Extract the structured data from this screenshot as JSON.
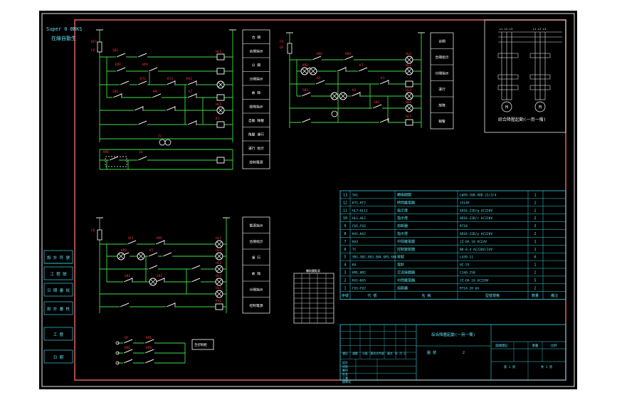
{
  "colors": {
    "page_bg": "#ffffff",
    "drawing_bg": "#000000",
    "border_white": "#e8e8e8",
    "border_red": "#e06060",
    "wire": "#3ee046",
    "component": "#ffffff",
    "label_red": "#ff3030",
    "cyan_table": "#33d6e6",
    "cyan_text": "#5fe0f0",
    "yellow": "#f2e23a"
  },
  "left_strip": {
    "top_text_1": "Super 0 BRKS",
    "top_text_2": "在線自動生",
    "boxes": [
      "設 計 符 號",
      "工 程 號",
      "日 期 審 批",
      "設 計 審 核",
      "工 藝",
      "日 期"
    ]
  },
  "top_left_circuit": {
    "labels": [
      "QF1",
      "FU",
      "SB1",
      "KM1",
      "KM2",
      "KT1",
      "KT2",
      "KA1",
      "HL1",
      "SB2",
      "KM",
      "HL2",
      "TC",
      "KT",
      "K1",
      "KM3",
      "SA"
    ],
    "legend": [
      "合 閘",
      "合閘指示",
      "分 閘",
      "分閘指示",
      "故 障",
      "故障指示",
      "自動 降壓",
      "降壓 運行",
      "運行 指示",
      "控制電源"
    ]
  },
  "top_middle_circuit": {
    "labels": [
      "FU",
      "QF",
      "KM1",
      "KM2",
      "KM3",
      "KT",
      "KA",
      "HL1",
      "HL2",
      "HL3",
      "HL4",
      "HL5",
      "K1",
      "K2",
      "SB1",
      "SB2"
    ],
    "legend": [
      "合閘",
      "合閘指示",
      "分閘指示",
      "運行",
      "故障",
      "報警"
    ]
  },
  "motor_diagram": {
    "title": "綜合降壓起動(一用一備)",
    "phase_labels": [
      "L1",
      "L2",
      "L3",
      "L1",
      "L2",
      "L3"
    ],
    "motors": [
      "M",
      "M"
    ]
  },
  "bottom_left_circuit": {
    "labels": [
      "FU",
      "QF1",
      "KM1",
      "KM2",
      "KT",
      "HL1",
      "HL2",
      "HL3",
      "HL4",
      "HL5",
      "SB1",
      "SB2",
      "KA1"
    ],
    "legend": [
      "電源指示",
      "合閘指示",
      "運 行",
      "故 障",
      "分閘指示",
      "控制電源"
    ]
  },
  "bottom_aux": {
    "labels": [
      "QF",
      "KM1",
      "KM2",
      "KM3"
    ],
    "note": "至控制柜"
  },
  "small_table": {
    "title": "輔助觸點表",
    "rows": 10
  },
  "bom": {
    "rows": [
      {
        "no": "13",
        "sym": "SA1",
        "name": "轉換開關",
        "model": "LW39-16B-4DD-22/3/4",
        "qty": "1",
        "note": ""
      },
      {
        "no": "12",
        "sym": "KT1,KT2",
        "name": "時間繼電器",
        "model": "JS14P",
        "qty": "2",
        "note": ""
      },
      {
        "no": "11",
        "sym": "HL7~HL12",
        "name": "指示燈",
        "model": "AD16-22D/g AC220V",
        "qty": "2",
        "note": ""
      },
      {
        "no": "10",
        "sym": "HL1,HL2",
        "name": "指示燈",
        "model": "AD16-22D/r AC220V",
        "qty": "2",
        "note": ""
      },
      {
        "no": "9",
        "sym": "FU1,FU2",
        "name": "熔斷器",
        "model": "RT18",
        "qty": "2",
        "note": ""
      },
      {
        "no": "8",
        "sym": "KA1,KA2",
        "name": "指示燈",
        "model": "AD16-22D/y AC220V",
        "qty": "2",
        "note": ""
      },
      {
        "no": "7",
        "sym": "KA3",
        "name": "中間繼電器",
        "model": "JZ-DA 10 AC24V",
        "qty": "1",
        "note": ""
      },
      {
        "no": "6",
        "sym": "TC",
        "name": "控制變壓器",
        "model": "BK-0.4 AC220V/24V",
        "qty": "1",
        "note": ""
      },
      {
        "no": "5",
        "sym": "SB1,SB2,SB3,SB4,SB5,SB6",
        "name": "按鈕",
        "model": "LA39-11",
        "qty": "6",
        "note": ""
      },
      {
        "no": "4",
        "sym": "KA",
        "name": "電鈴",
        "model": "UC-55",
        "qty": "1",
        "note": ""
      },
      {
        "no": "3",
        "sym": "KM1,KM2",
        "name": "交流接觸器",
        "model": "CJ40-250",
        "qty": "2",
        "note": ""
      },
      {
        "no": "2",
        "sym": "KA1~KA5",
        "name": "中間繼電器",
        "model": "JZ-DA 10 AC220V",
        "qty": "5",
        "note": ""
      },
      {
        "no": "1",
        "sym": "FU1~FU2",
        "name": "熔斷器",
        "model": "RT14-20 6A",
        "qty": "2",
        "note": ""
      }
    ],
    "header": {
      "no": "序號",
      "sym": "代 號",
      "name": "名 稱",
      "model": "型號規格",
      "qty": "數量",
      "note": "備注"
    }
  },
  "title_block": {
    "drawing_title": "綜合降壓起動(一用一備)",
    "left_rows": [
      "設計",
      "校對",
      "審核",
      "批准",
      "工藝",
      "標準化"
    ],
    "left_cols": [
      "標記",
      "處數",
      "分區",
      "更改文件號",
      "簽名",
      "年 月 日"
    ],
    "mid_labels": [
      "圖 號",
      "2"
    ],
    "right_labels": [
      "圖樣標記",
      "重量",
      "比例",
      "第 1 頁",
      "共 1 頁"
    ]
  }
}
